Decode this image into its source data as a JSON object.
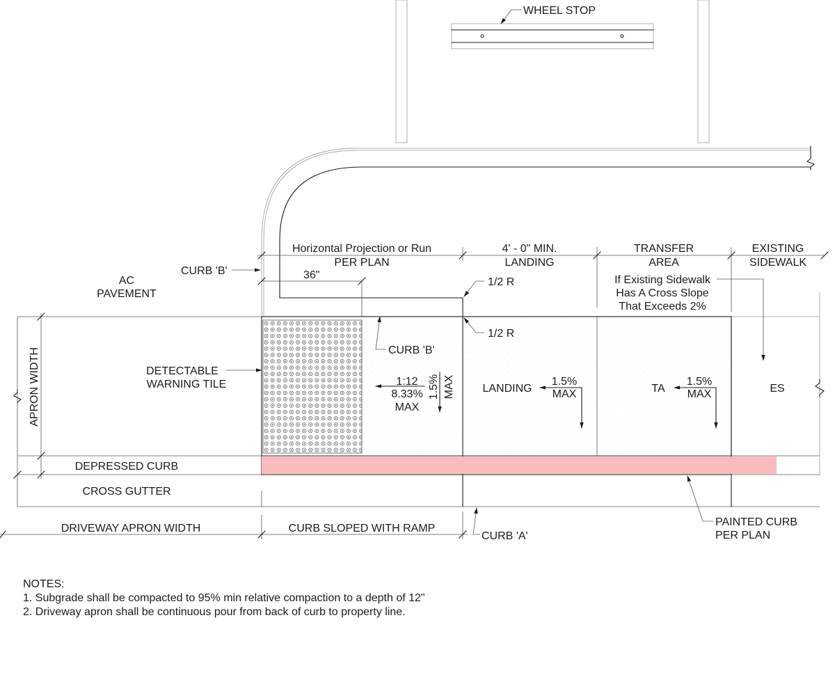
{
  "colors": {
    "line": "#1a1a1a",
    "painted_curb": "#f9bcbc",
    "concrete_stipple": "#c8c8c8"
  },
  "labels": {
    "wheel_stop": "WHEEL STOP",
    "horizontal_projection_1": "Horizontal Projection or Run",
    "horizontal_projection_2": "PER PLAN",
    "landing_dim_1": "4' - 0\"  MIN.",
    "landing_dim_2": "LANDING",
    "transfer_area_1": "TRANSFER",
    "transfer_area_2": "AREA",
    "existing_sidewalk_1": "EXISTING",
    "existing_sidewalk_2": "SIDEWALK",
    "curb_b_top": "CURB 'B'",
    "ac_pavement_1": "AC",
    "ac_pavement_2": "PAVEMENT",
    "dim_36": "36\"",
    "half_r_top": "1/2 R",
    "half_r_bottom": "1/2 R",
    "cross_slope_note_1": "If Existing Sidewalk",
    "cross_slope_note_2": "Has A Cross Slope",
    "cross_slope_note_3": "That Exceeds 2%",
    "curb_b_bottom": "CURB 'B'",
    "detectable_1": "DETECTABLE",
    "detectable_2": "WARNING TILE",
    "apron_width": "APRON WIDTH",
    "ramp_slope_1": "1:12",
    "ramp_slope_2": "8.33%",
    "ramp_slope_3": "MAX",
    "ramp_cross_slope_1": "1.5%",
    "ramp_cross_slope_2": "MAX",
    "landing": "LANDING",
    "landing_slope_1": "1.5%",
    "landing_slope_2": "MAX",
    "ta": "TA",
    "ta_slope_1": "1.5%",
    "ta_slope_2": "MAX",
    "es": "ES",
    "depressed_curb": "DEPRESSED CURB",
    "cross_gutter": "CROSS GUTTER",
    "driveway_apron_width": "DRIVEWAY APRON WIDTH",
    "curb_sloped_with_ramp": "CURB SLOPED WITH RAMP",
    "curb_a": "CURB 'A'",
    "painted_curb_1": "PAINTED CURB",
    "painted_curb_2": "PER PLAN"
  },
  "notes": {
    "heading": "NOTES:",
    "items": [
      "1.  Subgrade shall be compacted to 95% min relative compaction to a depth of 12\"",
      "2.  Driveway apron shall be continuous pour from back of curb to property line."
    ]
  }
}
